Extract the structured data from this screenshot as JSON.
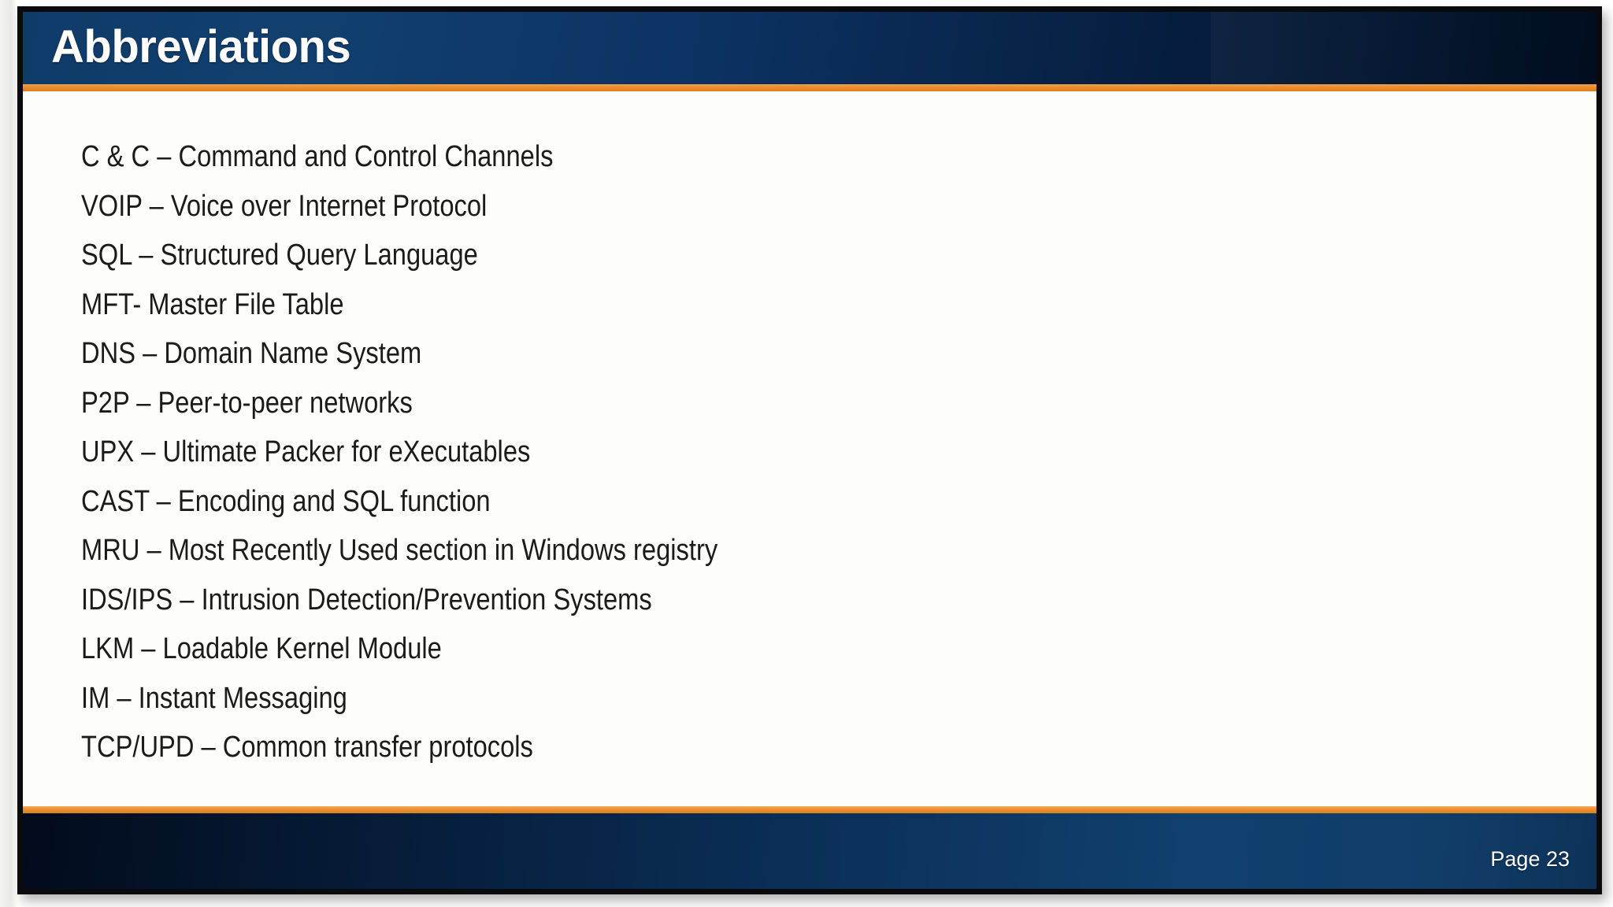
{
  "slide": {
    "title": "Abbreviations",
    "page_label": "Page 23",
    "colors": {
      "header_blue_light": "#11406f",
      "header_blue_dark": "#020d1f",
      "accent_orange": "#ea8c2d",
      "body_background": "#fdfdfb",
      "body_text": "#1b1b1b",
      "frame_border": "#0a0a0c",
      "title_text": "#ffffff"
    }
  },
  "abbreviations": [
    {
      "term": "C & C",
      "separator": "–",
      "definition": "Command and Control Channels",
      "text": "C & C – Command and Control Channels"
    },
    {
      "term": "VOIP",
      "separator": "–",
      "definition": "Voice over Internet Protocol",
      "text": "VOIP – Voice over Internet Protocol"
    },
    {
      "term": "SQL",
      "separator": "–",
      "definition": "Structured Query Language",
      "text": "SQL – Structured Query Language"
    },
    {
      "term": "MFT",
      "separator": "-",
      "definition": "Master File Table",
      "text": "MFT- Master File Table"
    },
    {
      "term": "DNS",
      "separator": "–",
      "definition": "Domain Name System",
      "text": "DNS – Domain Name System"
    },
    {
      "term": "P2P",
      "separator": "–",
      "definition": "Peer-to-peer networks",
      "text": "P2P – Peer-to-peer networks"
    },
    {
      "term": "UPX",
      "separator": "–",
      "definition": "Ultimate Packer for eXecutables",
      "text": "UPX – Ultimate Packer for eXecutables"
    },
    {
      "term": "CAST",
      "separator": "–",
      "definition": "Encoding and SQL function",
      "text": "CAST – Encoding and SQL function"
    },
    {
      "term": "MRU",
      "separator": "–",
      "definition": "Most Recently Used section in Windows registry",
      "text": "MRU – Most Recently Used section in Windows registry"
    },
    {
      "term": "IDS/IPS",
      "separator": "–",
      "definition": "Intrusion Detection/Prevention Systems",
      "text": "IDS/IPS – Intrusion Detection/Prevention Systems"
    },
    {
      "term": "LKM",
      "separator": "–",
      "definition": "Loadable Kernel Module",
      "text": "LKM – Loadable Kernel Module"
    },
    {
      "term": "IM",
      "separator": "–",
      "definition": "Instant Messaging",
      "text": "IM – Instant Messaging"
    },
    {
      "term": "TCP/UPD",
      "separator": "–",
      "definition": "Common transfer protocols",
      "text": "TCP/UPD – Common transfer protocols"
    }
  ]
}
